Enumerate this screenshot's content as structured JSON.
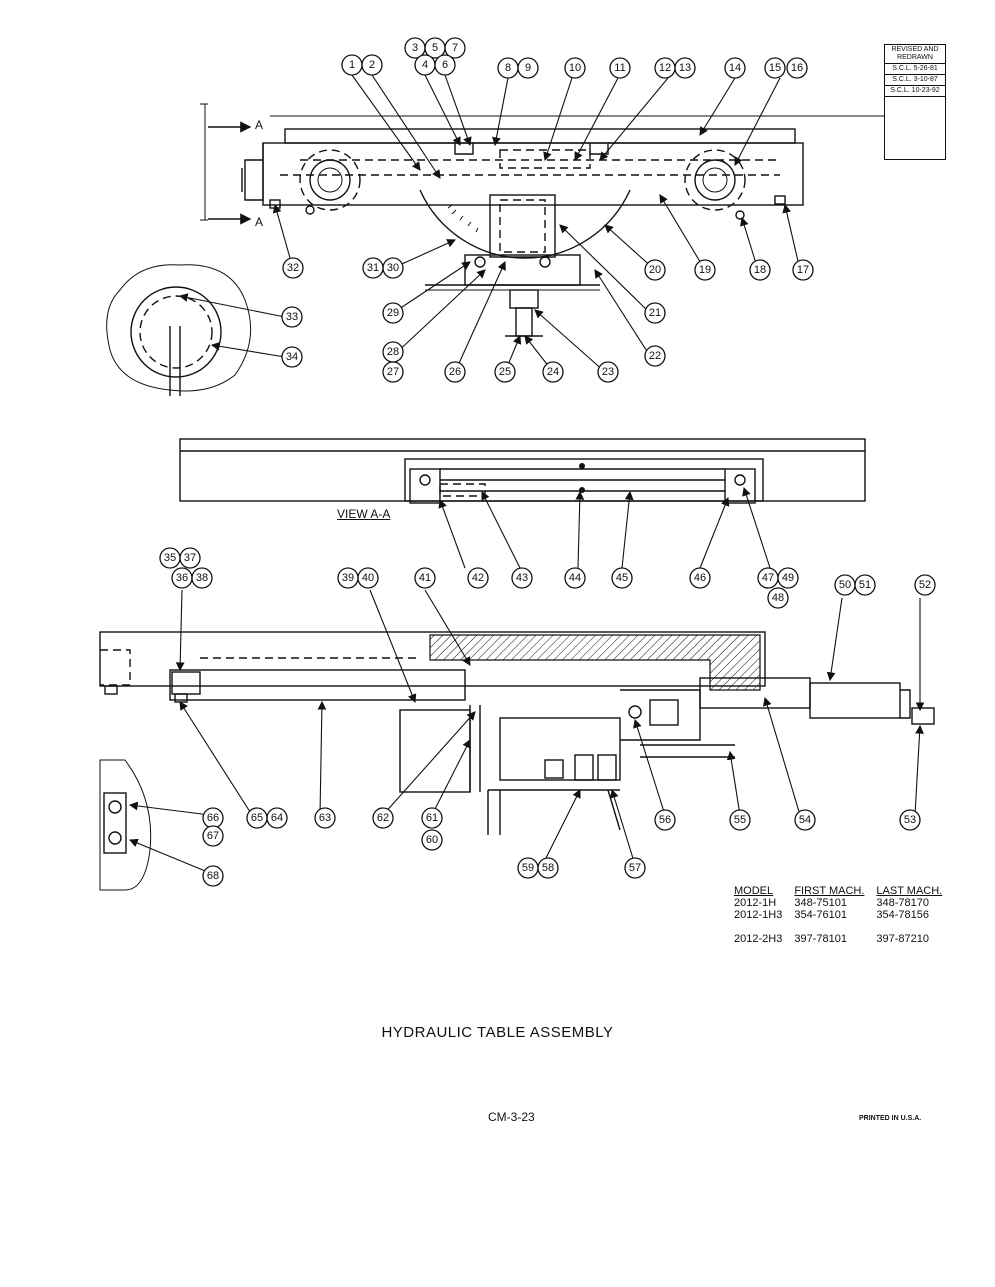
{
  "revision_box": {
    "header": "REVISED AND REDRAWN",
    "entries": [
      "S.C.L. 5-26-81",
      "S.C.L. 3-10-87",
      "S.C.L. 10-23-92"
    ]
  },
  "section_label": "A",
  "view_label": "VIEW A-A",
  "callouts": [
    {
      "n": "1"
    },
    {
      "n": "2"
    },
    {
      "n": "3"
    },
    {
      "n": "5"
    },
    {
      "n": "7"
    },
    {
      "n": "4"
    },
    {
      "n": "6"
    },
    {
      "n": "8"
    },
    {
      "n": "9"
    },
    {
      "n": "10"
    },
    {
      "n": "11"
    },
    {
      "n": "12"
    },
    {
      "n": "13"
    },
    {
      "n": "14"
    },
    {
      "n": "15"
    },
    {
      "n": "16"
    },
    {
      "n": "17"
    },
    {
      "n": "18"
    },
    {
      "n": "19"
    },
    {
      "n": "20"
    },
    {
      "n": "21"
    },
    {
      "n": "22"
    },
    {
      "n": "23"
    },
    {
      "n": "24"
    },
    {
      "n": "25"
    },
    {
      "n": "26"
    },
    {
      "n": "27"
    },
    {
      "n": "28"
    },
    {
      "n": "29"
    },
    {
      "n": "30"
    },
    {
      "n": "31"
    },
    {
      "n": "32"
    },
    {
      "n": "33"
    },
    {
      "n": "34"
    },
    {
      "n": "35"
    },
    {
      "n": "37"
    },
    {
      "n": "36"
    },
    {
      "n": "38"
    },
    {
      "n": "39"
    },
    {
      "n": "40"
    },
    {
      "n": "41"
    },
    {
      "n": "42"
    },
    {
      "n": "43"
    },
    {
      "n": "44"
    },
    {
      "n": "45"
    },
    {
      "n": "46"
    },
    {
      "n": "47"
    },
    {
      "n": "49"
    },
    {
      "n": "48"
    },
    {
      "n": "50"
    },
    {
      "n": "51"
    },
    {
      "n": "52"
    },
    {
      "n": "53"
    },
    {
      "n": "54"
    },
    {
      "n": "55"
    },
    {
      "n": "56"
    },
    {
      "n": "57"
    },
    {
      "n": "58"
    },
    {
      "n": "59"
    },
    {
      "n": "60"
    },
    {
      "n": "61"
    },
    {
      "n": "62"
    },
    {
      "n": "63"
    },
    {
      "n": "64"
    },
    {
      "n": "65"
    },
    {
      "n": "66"
    },
    {
      "n": "67"
    },
    {
      "n": "68"
    }
  ],
  "model_table": {
    "headers": [
      "MODEL",
      "FIRST MACH.",
      "LAST MACH."
    ],
    "rows": [
      [
        "2012-1H",
        "348-75101",
        "348-78170"
      ],
      [
        "2012-1H3",
        "354-76101",
        "354-78156"
      ],
      [
        "2012-2H3",
        "397-78101",
        "397-87210"
      ]
    ]
  },
  "title": "HYDRAULIC TABLE ASSEMBLY",
  "page_number": "CM-3-23",
  "printed_note": "PRINTED IN U.S.A."
}
